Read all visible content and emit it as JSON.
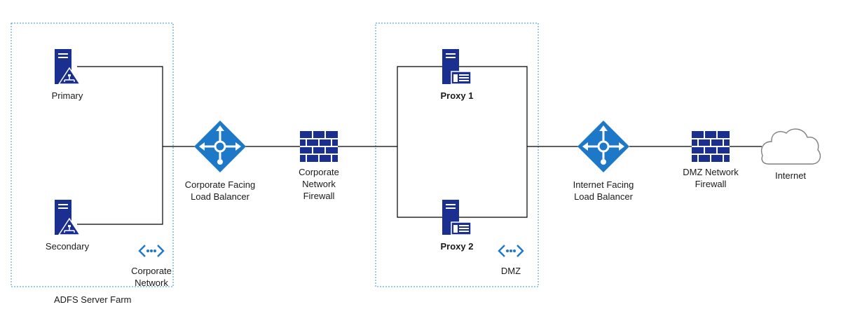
{
  "colors": {
    "navy": "#1a2f8f",
    "azure": "#1e78c8",
    "line": "#000000",
    "zone_border": "#3c8fd8",
    "cloud_stroke": "#7f7f7f"
  },
  "zones": {
    "server_farm": {
      "label": "ADFS Server Farm",
      "network_label_1": "Corporate",
      "network_label_2": "Network",
      "network_icon": "virtual-network-icon"
    },
    "dmz": {
      "network_label": "DMZ",
      "network_icon": "virtual-network-icon"
    }
  },
  "nodes": {
    "primary": {
      "label": "Primary",
      "icon": "adfs-server-icon"
    },
    "secondary": {
      "label": "Secondary",
      "icon": "adfs-server-icon"
    },
    "corp_lb": {
      "label_1": "Corporate Facing",
      "label_2": "Load Balancer",
      "icon": "load-balancer-icon"
    },
    "corp_fw": {
      "label_1": "Corporate",
      "label_2": "Network",
      "label_3": "Firewall",
      "icon": "firewall-icon"
    },
    "proxy1": {
      "label": "Proxy 1",
      "icon": "proxy-server-icon"
    },
    "proxy2": {
      "label": "Proxy 2",
      "icon": "proxy-server-icon"
    },
    "inet_lb": {
      "label_1": "Internet Facing",
      "label_2": "Load Balancer",
      "icon": "load-balancer-icon"
    },
    "dmz_fw": {
      "label_1": "DMZ Network",
      "label_2": "Firewall",
      "icon": "firewall-icon"
    },
    "internet": {
      "label": "Internet",
      "icon": "cloud-icon"
    }
  }
}
